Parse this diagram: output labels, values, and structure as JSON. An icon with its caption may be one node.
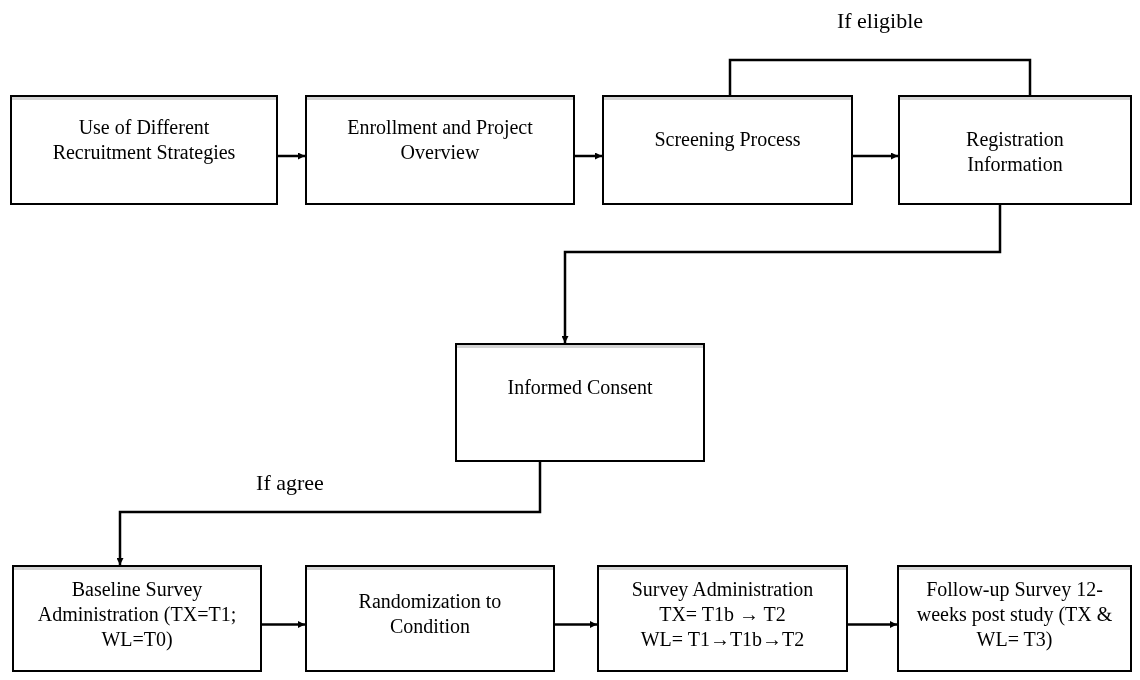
{
  "diagram": {
    "nodes": [
      {
        "text": [
          "Use of Different Recruitment Strategies"
        ]
      },
      {
        "text": [
          "Enrollment and Project Overview"
        ]
      },
      {
        "text": [
          "Screening Process"
        ]
      },
      {
        "text": [
          "Registration Information"
        ]
      },
      {
        "text": [
          "Informed Consent"
        ]
      },
      {
        "text": [
          "Baseline Survey Administration (TX=T1; WL=T0)"
        ]
      },
      {
        "text": [
          "Randomization to Condition"
        ]
      },
      {
        "text": [
          "Survey Administration",
          "TX= T1b → T2",
          "WL= T1→T1b→T2"
        ]
      },
      {
        "text": [
          "Follow-up Survey 12-weeks post study (TX & WL= T3)"
        ]
      }
    ],
    "edges": [
      {
        "from": 0,
        "to": 1,
        "arrow": "to"
      },
      {
        "from": 1,
        "to": 2,
        "arrow": "to"
      },
      {
        "from": 2,
        "to": 3,
        "arrow": "to"
      },
      {
        "from": 2,
        "to": 3,
        "arrow": "none",
        "label": "If eligible"
      },
      {
        "from": 3,
        "to": 4,
        "arrow": "to"
      },
      {
        "from": 4,
        "to": 5,
        "arrow": "to",
        "label": "If agree"
      },
      {
        "from": 5,
        "to": 6,
        "arrow": "to"
      },
      {
        "from": 6,
        "to": 7,
        "arrow": "to"
      },
      {
        "from": 7,
        "to": 8,
        "arrow": "to"
      }
    ]
  }
}
